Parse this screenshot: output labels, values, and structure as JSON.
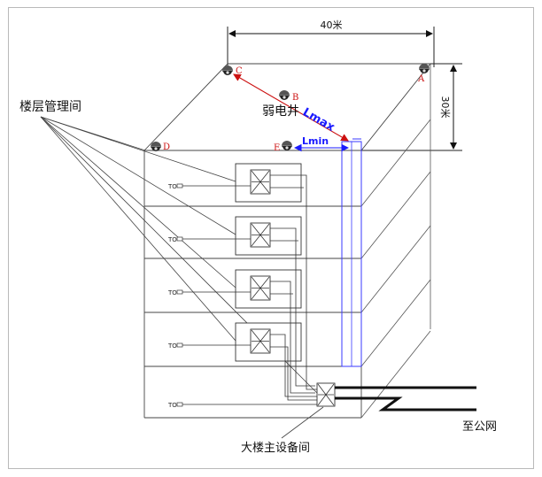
{
  "labels": {
    "width_dim": "40米",
    "depth_dim": "30米",
    "floor_room": "楼层管理间",
    "weak_shaft": "弱电井",
    "lmax": "Lmax",
    "lmin": "Lmin",
    "main_room": "大楼主设备间",
    "to_network": "至公网"
  },
  "points": {
    "a": "A",
    "b": "B",
    "c": "C",
    "d": "D",
    "e": "E"
  },
  "to_labels": [
    "TO",
    "TO",
    "TO",
    "TO",
    "TO"
  ],
  "colors": {
    "line": "#333333",
    "accent_red": "#cc1111",
    "accent_blue": "#1a1aff"
  },
  "icons": {
    "camera": "dome-camera-icon",
    "switch": "patch-switch-icon"
  }
}
